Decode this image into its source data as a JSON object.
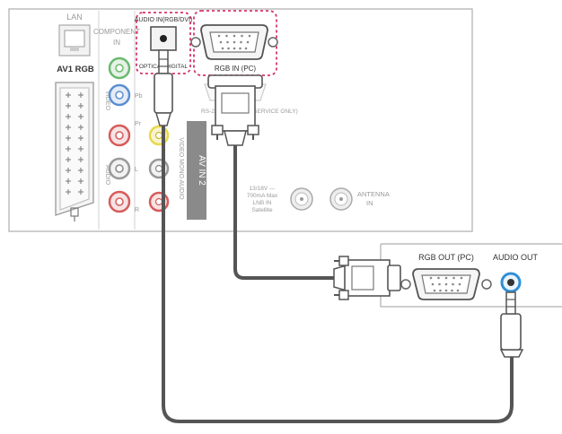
{
  "tv_panel": {
    "lan_label": "LAN",
    "component_label": "COMPONENT",
    "component_in": "IN",
    "av1_label": "AV1 RGB",
    "audio_in_label": "AUDIO IN(RGB/DVI)",
    "optical_label": "OPTICAL DIGITAL",
    "rgb_in_label": "RGB IN (PC)",
    "rs232_label": "RS-232C IN",
    "service_label": "(SERVICE ONLY)",
    "jack_pb": "Pb",
    "jack_pr": "Pr",
    "jack_l": "L",
    "jack_r": "R",
    "video_label": "VIDEO",
    "audio_label": "AUDIO",
    "av_in2_label": "AV IN 2",
    "video_mono_audio": "VIDEO MONO AUDIO",
    "power_spec": [
      "13/18V ---",
      "700mA Max",
      "LNB IN",
      "Satellite"
    ],
    "antenna_label": "ANTENNA",
    "antenna_in": "IN"
  },
  "pc_panel": {
    "rgb_out_label": "RGB OUT (PC)",
    "audio_out_label": "AUDIO OUT"
  },
  "colors": {
    "panel_stroke": "#bdbdbd",
    "highlight": "#d6336c",
    "cable": "#555555",
    "audio_out_ring": "#2f8fd6",
    "green": "#6ab96e",
    "blue": "#5b8fd1",
    "red": "#d65b5b",
    "yellow": "#e8d94b"
  }
}
